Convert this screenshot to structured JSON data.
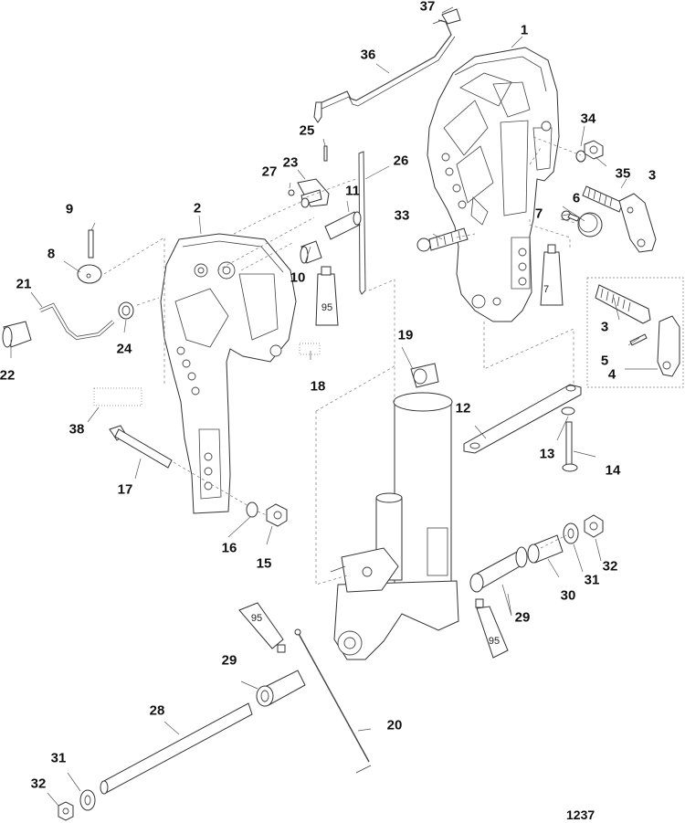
{
  "diagram": {
    "type": "exploded parts diagram",
    "figure_number": "1237",
    "callouts": [
      {
        "id": "c1",
        "label": "1",
        "part": "swivel bracket (starboard clamp)"
      },
      {
        "id": "c2",
        "label": "2",
        "part": "clamp bracket (port)"
      },
      {
        "id": "c3a",
        "label": "3",
        "part": "trim lever / tilt pin spring assembly"
      },
      {
        "id": "c3b",
        "label": "3",
        "part": "spring (kit)"
      },
      {
        "id": "c4",
        "label": "4",
        "part": "lever (kit)"
      },
      {
        "id": "c5",
        "label": "5",
        "part": "pin (kit)"
      },
      {
        "id": "c6",
        "label": "6",
        "part": "knob cap"
      },
      {
        "id": "c7",
        "label": "7",
        "part": "screw"
      },
      {
        "id": "c8",
        "label": "8",
        "part": "knob"
      },
      {
        "id": "c9",
        "label": "9",
        "part": "roll pin"
      },
      {
        "id": "c10",
        "label": "10",
        "part": "bushing"
      },
      {
        "id": "c11",
        "label": "11",
        "part": "pin"
      },
      {
        "id": "c12",
        "label": "12",
        "part": "anode bar"
      },
      {
        "id": "c13",
        "label": "13",
        "part": "washer"
      },
      {
        "id": "c14",
        "label": "14",
        "part": "screw"
      },
      {
        "id": "c15",
        "label": "15",
        "part": "locknut"
      },
      {
        "id": "c16",
        "label": "16",
        "part": "washer"
      },
      {
        "id": "c17",
        "label": "17",
        "part": "bolt"
      },
      {
        "id": "c18",
        "label": "18",
        "part": "decal"
      },
      {
        "id": "c19",
        "label": "19",
        "part": "tilt cylinder assembly"
      },
      {
        "id": "c20",
        "label": "20",
        "part": "ground strap"
      },
      {
        "id": "c21",
        "label": "21",
        "part": "lever"
      },
      {
        "id": "c22",
        "label": "22",
        "part": "grip"
      },
      {
        "id": "c23",
        "label": "23",
        "part": "tilt lock lever"
      },
      {
        "id": "c24",
        "label": "24",
        "part": "wave washer"
      },
      {
        "id": "c25",
        "label": "25",
        "part": "pin"
      },
      {
        "id": "c26",
        "label": "26",
        "part": "rod"
      },
      {
        "id": "c27",
        "label": "27",
        "part": "nut"
      },
      {
        "id": "c28",
        "label": "28",
        "part": "tilt tube"
      },
      {
        "id": "c29a",
        "label": "29",
        "part": "bushing"
      },
      {
        "id": "c29b",
        "label": "29",
        "part": "bushing"
      },
      {
        "id": "c30",
        "label": "30",
        "part": "bushing"
      },
      {
        "id": "c31a",
        "label": "31",
        "part": "washer"
      },
      {
        "id": "c31b",
        "label": "31",
        "part": "washer"
      },
      {
        "id": "c32a",
        "label": "32",
        "part": "nut"
      },
      {
        "id": "c32b",
        "label": "32",
        "part": "nut"
      },
      {
        "id": "c33",
        "label": "33",
        "part": "bolt"
      },
      {
        "id": "c34",
        "label": "34",
        "part": "washer"
      },
      {
        "id": "c35",
        "label": "35",
        "part": "nut"
      },
      {
        "id": "c36",
        "label": "36",
        "part": "tilt lock rod"
      },
      {
        "id": "c37",
        "label": "37",
        "part": "spring"
      },
      {
        "id": "c38",
        "label": "38",
        "part": "decal"
      }
    ],
    "lubricant_tubes": [
      {
        "id": "t95a",
        "label": "95"
      },
      {
        "id": "t95b",
        "label": "95"
      },
      {
        "id": "t95c",
        "label": "95"
      },
      {
        "id": "t7",
        "label": "7"
      }
    ]
  }
}
